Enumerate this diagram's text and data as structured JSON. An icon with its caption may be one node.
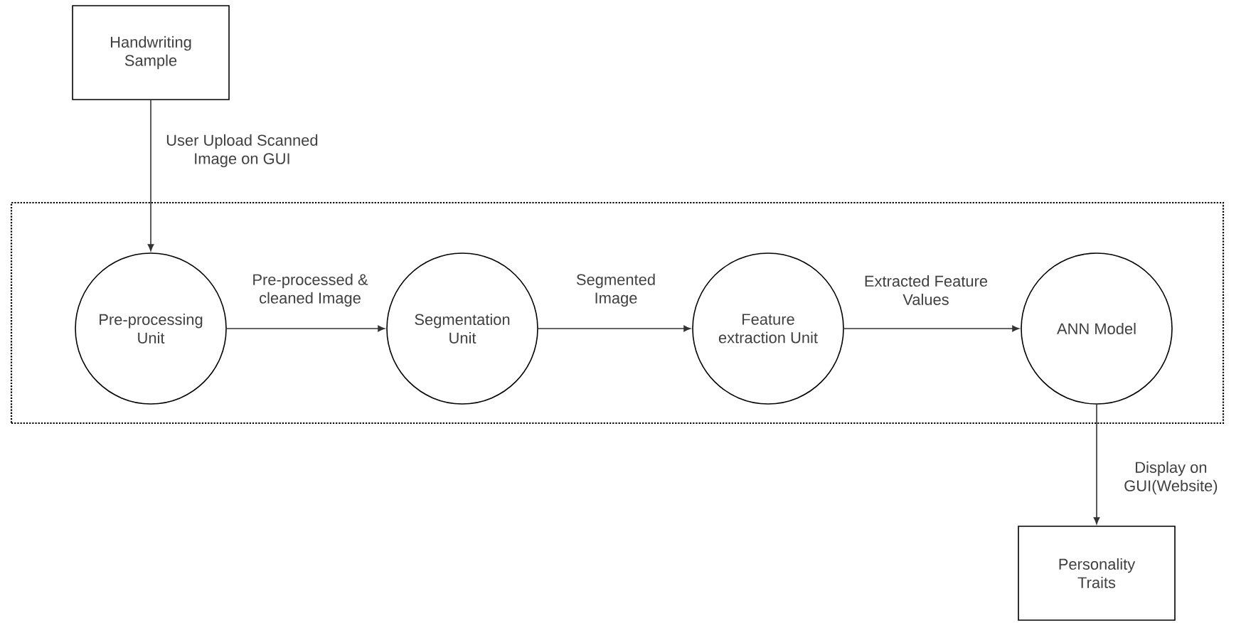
{
  "diagram": {
    "nodes": [
      {
        "text": [
          "Handwriting Sample"
        ]
      },
      {
        "text": [],
        "shape": "box"
      },
      {
        "text": [
          "Pre-processing Unit"
        ],
        "in": 1
      },
      {
        "text": [
          "Segmentation Unit"
        ],
        "in": 1
      },
      {
        "text": [
          "Feature extraction Unit"
        ],
        "in": 1
      },
      {
        "text": [
          "ANN Model"
        ],
        "in": 1
      },
      {
        "text": [
          "Personality Traits"
        ]
      }
    ],
    "edges": [
      {
        "from": 0,
        "to": 2,
        "arrow": "to",
        "label": "User Upload Scanned Image on GUI"
      },
      {
        "from": 2,
        "to": 3,
        "arrow": "to",
        "label": "Pre-processed & cleaned Image"
      },
      {
        "from": 3,
        "to": 4,
        "arrow": "to",
        "label": "Segmented Image"
      },
      {
        "from": 4,
        "to": 5,
        "arrow": "to",
        "label": "Extracted Feature Values"
      },
      {
        "from": 5,
        "to": 6,
        "arrow": "to",
        "label": "Display on GUI(Website)"
      }
    ]
  }
}
